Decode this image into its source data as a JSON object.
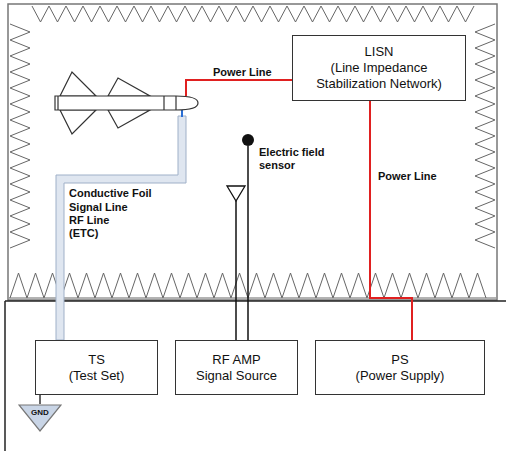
{
  "diagram": {
    "nodes": [
      {
        "text": [
          "LISN",
          "(Line Impedance Stabilization Network)"
        ]
      },
      {
        "text": [
          "TS",
          "(Test Set)"
        ]
      },
      {
        "text": [
          "RF AMP",
          "Signal Source"
        ]
      },
      {
        "text": [
          "PS",
          "(Power Supply)"
        ]
      },
      {
        "text": [
          "GND"
        ]
      }
    ],
    "edges": [
      {
        "from": 0,
        "to": 3,
        "label": "Power Line",
        "arrow": "none"
      },
      {
        "from": 1,
        "to": 4,
        "arrow": "none"
      }
    ],
    "labels": [
      "Power Line",
      "Electric field sensor",
      "Conductive Foil",
      "Signal Line RF Line (ETC)"
    ]
  }
}
